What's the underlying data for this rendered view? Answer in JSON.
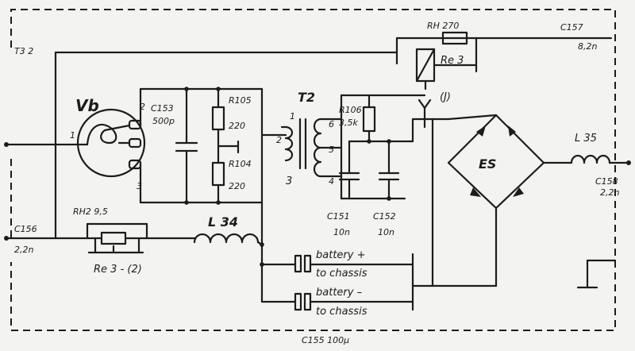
{
  "labels": {
    "c157": "C157",
    "c157_val": "8,2n",
    "rh_top": "RH 270",
    "re3": "Re 3",
    "t3_frag": "T3 2",
    "vb": "Vb",
    "pin1": "1",
    "pin2": "2",
    "pin3": "3",
    "c153": "C153",
    "c153_val": "500p",
    "r105": "R105",
    "r105_val": "220",
    "r104": "R104",
    "r104_val": "220",
    "t2": "T2",
    "t2_1": "1",
    "t2_2": "2",
    "t2_3": "3",
    "t2_6": "6",
    "t2_5": "5",
    "t2_4": "4",
    "r106": "R106",
    "r106_val": "3,5k",
    "node_j": "(J)",
    "es": "ES",
    "l35": "L 35",
    "c158": "C158",
    "c158_val": "2,2n",
    "c156": "C156",
    "c156_val": "2,2n",
    "rh2": "RH2 9,5",
    "re3_2": "Re 3 - (2)",
    "l34": "L 34",
    "c151": "C151",
    "c151_val": "10n",
    "c152": "C152",
    "c152_val": "10n",
    "bat_plus_1": "battery +",
    "bat_plus_2": "to chassis",
    "bat_minus_1": "battery –",
    "bat_minus_2": "to chassis",
    "c155": "C155 100μ"
  }
}
